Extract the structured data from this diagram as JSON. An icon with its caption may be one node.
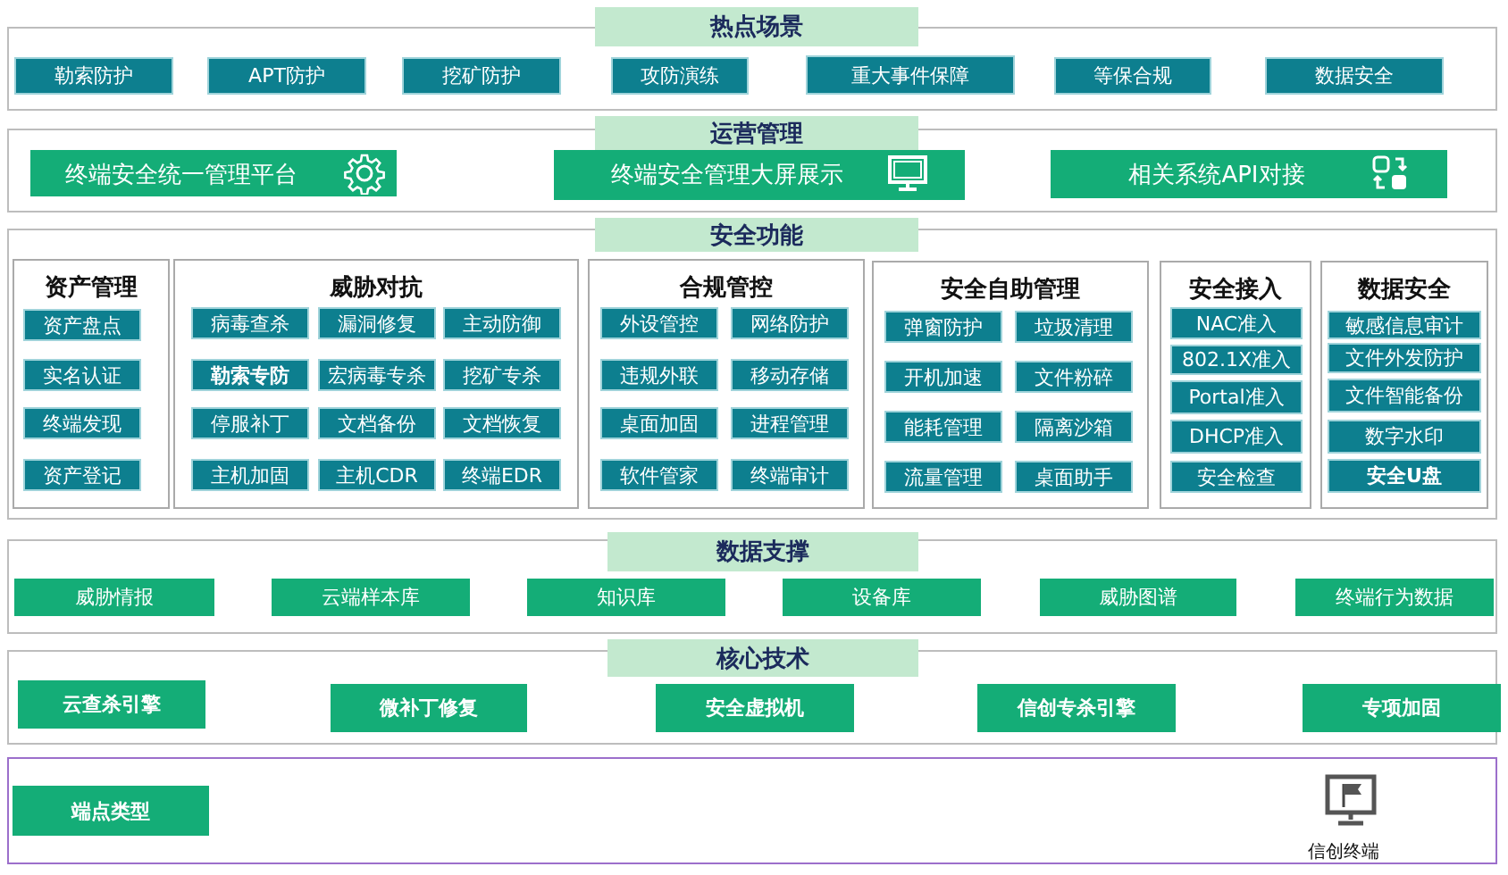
{
  "diagram": {
    "nodes": [
      {
        "text": [
          "热点场景"
        ]
      },
      {
        "text": [
          "勒索防护"
        ],
        "in": 0
      },
      {
        "text": [
          "APT防护"
        ],
        "in": 0
      },
      {
        "text": [
          "挖矿防护"
        ],
        "in": 0
      },
      {
        "text": [
          "攻防演练"
        ],
        "in": 0
      },
      {
        "text": [
          "重大事件保障"
        ],
        "in": 0
      },
      {
        "text": [
          "等保合规"
        ],
        "in": 0
      },
      {
        "text": [
          "数据安全"
        ],
        "in": 0
      },
      {
        "text": [
          "运营管理"
        ]
      },
      {
        "text": [
          "终端安全统一管理平台"
        ],
        "in": 8
      },
      {
        "text": [
          "终端安全管理大屏展示"
        ],
        "in": 8
      },
      {
        "text": [
          "相关系统API对接"
        ],
        "in": 8
      },
      {
        "text": [
          "安全功能"
        ]
      },
      {
        "text": [
          "资产管理"
        ],
        "in": 12
      },
      {
        "text": [
          "资产盘点"
        ],
        "in": 13
      },
      {
        "text": [
          "实名认证"
        ],
        "in": 13
      },
      {
        "text": [
          "终端发现"
        ],
        "in": 13
      },
      {
        "text": [
          "资产登记"
        ],
        "in": 13
      },
      {
        "text": [
          "威胁对抗"
        ],
        "in": 12
      },
      {
        "text": [
          "病毒查杀"
        ],
        "in": 18
      },
      {
        "text": [
          "漏洞修复"
        ],
        "in": 18
      },
      {
        "text": [
          "主动防御"
        ],
        "in": 18
      },
      {
        "text": [
          "勒索专防"
        ],
        "in": 18
      },
      {
        "text": [
          "宏病毒专杀"
        ],
        "in": 18
      },
      {
        "text": [
          "挖矿专杀"
        ],
        "in": 18
      },
      {
        "text": [
          "停服补丁"
        ],
        "in": 18
      },
      {
        "text": [
          "文档备份"
        ],
        "in": 18
      },
      {
        "text": [
          "文档恢复"
        ],
        "in": 18
      },
      {
        "text": [
          "主机加固"
        ],
        "in": 18
      },
      {
        "text": [
          "主机CDR"
        ],
        "in": 18
      },
      {
        "text": [
          "终端EDR"
        ],
        "in": 18
      },
      {
        "text": [
          "合规管控"
        ],
        "in": 12
      },
      {
        "text": [
          "外设管控"
        ],
        "in": 31
      },
      {
        "text": [
          "网络防护"
        ],
        "in": 31
      },
      {
        "text": [
          "违规外联"
        ],
        "in": 31
      },
      {
        "text": [
          "移动存储"
        ],
        "in": 31
      },
      {
        "text": [
          "桌面加固"
        ],
        "in": 31
      },
      {
        "text": [
          "进程管理"
        ],
        "in": 31
      },
      {
        "text": [
          "软件管家"
        ],
        "in": 31
      },
      {
        "text": [
          "终端审计"
        ],
        "in": 31
      },
      {
        "text": [
          "安全自助管理"
        ],
        "in": 12
      },
      {
        "text": [
          "弹窗防护"
        ],
        "in": 40
      },
      {
        "text": [
          "垃圾清理"
        ],
        "in": 40
      },
      {
        "text": [
          "开机加速"
        ],
        "in": 40
      },
      {
        "text": [
          "文件粉碎"
        ],
        "in": 40
      },
      {
        "text": [
          "能耗管理"
        ],
        "in": 40
      },
      {
        "text": [
          "隔离沙箱"
        ],
        "in": 40
      },
      {
        "text": [
          "流量管理"
        ],
        "in": 40
      },
      {
        "text": [
          "桌面助手"
        ],
        "in": 40
      },
      {
        "text": [
          "安全接入"
        ],
        "in": 12
      },
      {
        "text": [
          "NAC准入"
        ],
        "in": 49
      },
      {
        "text": [
          "802.1X准入"
        ],
        "in": 49
      },
      {
        "text": [
          "Portal准入"
        ],
        "in": 49
      },
      {
        "text": [
          "DHCP准入"
        ],
        "in": 49
      },
      {
        "text": [
          "安全检查"
        ],
        "in": 49
      },
      {
        "text": [
          "数据安全"
        ],
        "in": 12
      },
      {
        "text": [
          "敏感信息审计"
        ],
        "in": 55
      },
      {
        "text": [
          "文件外发防护"
        ],
        "in": 55
      },
      {
        "text": [
          "文件智能备份"
        ],
        "in": 55
      },
      {
        "text": [
          "数字水印"
        ],
        "in": 55
      },
      {
        "text": [
          "安全U盘"
        ],
        "in": 55
      },
      {
        "text": [
          "数据支撑"
        ]
      },
      {
        "text": [
          "威胁情报"
        ],
        "in": 61
      },
      {
        "text": [
          "云端样本库"
        ],
        "in": 61
      },
      {
        "text": [
          "知识库"
        ],
        "in": 61
      },
      {
        "text": [
          "设备库"
        ],
        "in": 61
      },
      {
        "text": [
          "威胁图谱"
        ],
        "in": 61
      },
      {
        "text": [
          "终端行为数据"
        ],
        "in": 61
      },
      {
        "text": [
          "核心技术"
        ]
      },
      {
        "text": [
          "云查杀引擎"
        ],
        "in": 68
      },
      {
        "text": [
          "微补丁修复"
        ],
        "in": 68
      },
      {
        "text": [
          "安全虚拟机"
        ],
        "in": 68
      },
      {
        "text": [
          "信创专杀引擎"
        ],
        "in": 68
      },
      {
        "text": [
          "专项加固"
        ],
        "in": 68
      },
      {
        "text": [],
        "shape": "box"
      },
      {
        "text": [
          "端点类型"
        ],
        "in": 74
      }
    ],
    "labels": [
      "信创终端"
    ]
  }
}
